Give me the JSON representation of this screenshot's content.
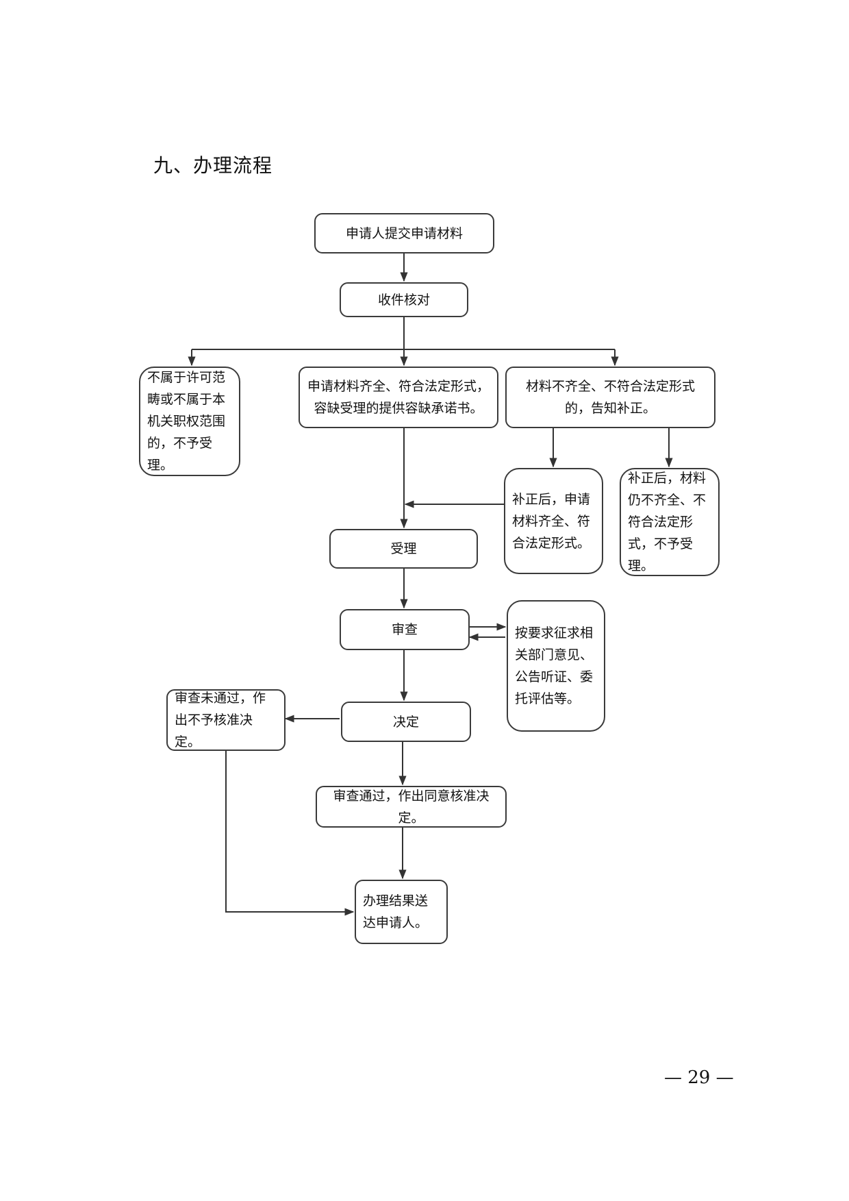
{
  "heading": "九、办理流程",
  "nodes": {
    "submit": "申请人提交申请材料",
    "check": "收件核对",
    "reject_scope": "不属于许可范畴或不属于本机关职权范围的，不予受理。",
    "complete": "申请材料齐全、符合法定形式，容缺受理的提供容缺承诺书。",
    "incomplete": "材料不齐全、不符合法定形式的，告知补正。",
    "corrected_ok": "补正后，申请材料齐全、符合法定形式。",
    "corrected_fail": "补正后，材料仍不齐全、不符合法定形式，不予受理。",
    "accept": "受理",
    "review": "审查",
    "consult": "按要求征求相关部门意见、公告听证、委托评估等。",
    "decide": "决定",
    "fail_decision": "审查未通过，作出不予核准决定。",
    "pass_decision": "审查通过，作出同意核准决定。",
    "deliver": "办理结果送达申请人。"
  },
  "page_number": "— 29 —"
}
